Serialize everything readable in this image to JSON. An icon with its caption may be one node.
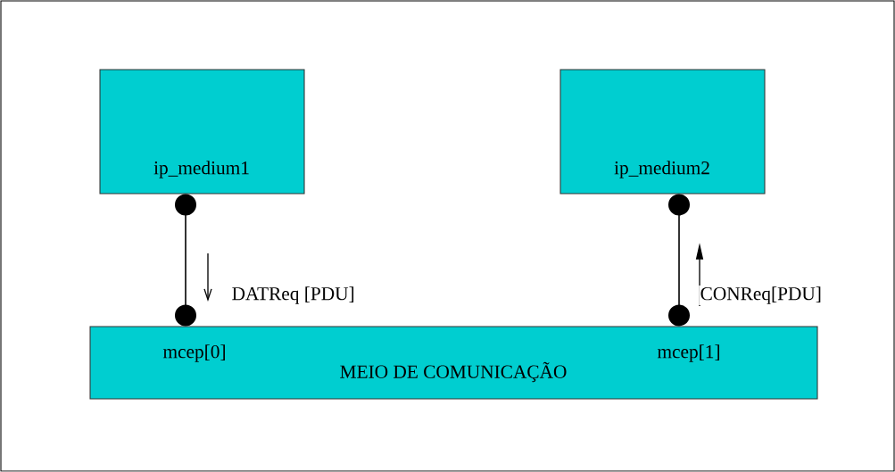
{
  "diagram": {
    "nodes": [
      {
        "text": [
          "ip_medium1"
        ]
      },
      {
        "text": [
          "ip_medium2"
        ]
      },
      {
        "text": [
          "mcep[0]",
          "mcep[1]",
          "MEIO DE COMUNICAÇÃO"
        ]
      }
    ],
    "edges": [
      {
        "from": 0,
        "to": 2,
        "arrow": "other",
        "label": "DATReq [PDU]"
      },
      {
        "from": 1,
        "to": 2,
        "arrow": "other",
        "label": "CONReq[PDU]"
      }
    ]
  }
}
